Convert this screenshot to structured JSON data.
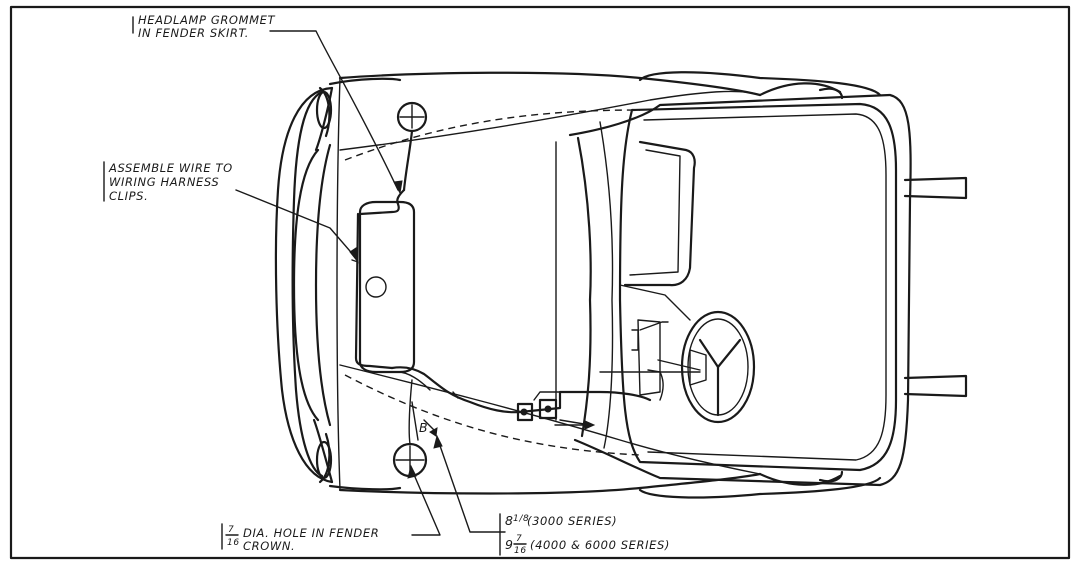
{
  "callouts": {
    "headlamp_grommet": {
      "line1": "HEADLAMP GROMMET",
      "line2": "IN FENDER SKIRT."
    },
    "assemble_wire": {
      "line1": "ASSEMBLE WIRE TO",
      "line2": "WIRING HARNESS",
      "line3": "CLIPS."
    },
    "dia_hole": {
      "fraction_num": "7",
      "fraction_den": "16",
      "line1": "DIA. HOLE IN FENDER",
      "line2": "CROWN."
    },
    "dimension": {
      "line1_whole": "8",
      "line1_fraction": "1/8",
      "line1_text": "(3000 SERIES)",
      "line2_whole": "9",
      "line2_fraction_num": "7",
      "line2_fraction_den": "16",
      "line2_text": "(4000 & 6000 SERIES)"
    },
    "point_b": "B"
  }
}
